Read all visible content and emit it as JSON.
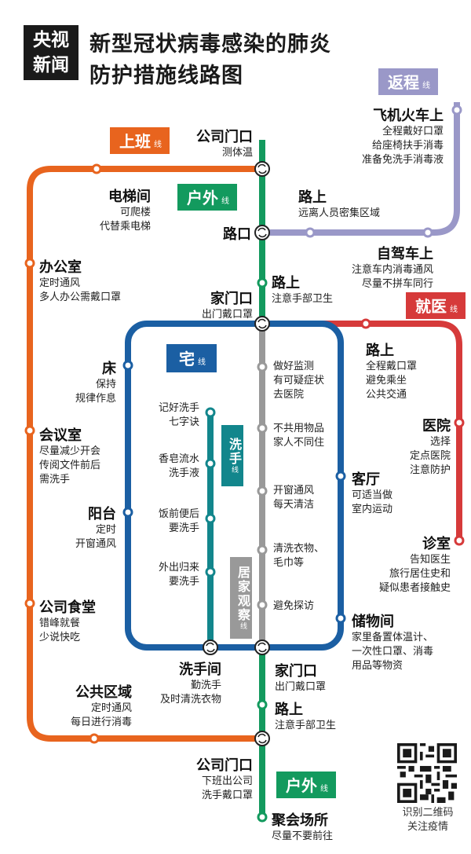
{
  "logo": {
    "line1": "央视",
    "line2": "新闻"
  },
  "title": {
    "line1": "新型冠状病毒感染的肺炎",
    "line2": "防护措施线路图"
  },
  "colors": {
    "work": "#e8641e",
    "outdoor": "#139a5e",
    "home": "#1b5fa3",
    "return": "#9a98c8",
    "medical": "#d63a3a",
    "gray": "#999999",
    "handwash": "#12868c"
  },
  "tags": {
    "work": {
      "label": "上班",
      "suffix": "线"
    },
    "outdoor": {
      "label": "户外",
      "suffix": "线"
    },
    "outdoor2": {
      "label": "户外",
      "suffix": "线"
    },
    "return": {
      "label": "返程",
      "suffix": "线"
    },
    "medical": {
      "label": "就医",
      "suffix": "线"
    },
    "home": {
      "label": "宅",
      "suffix": "线"
    },
    "handwash": {
      "label": "洗手",
      "suffix": "线"
    },
    "observe": {
      "label": "居家观察",
      "suffix": "线"
    }
  },
  "stations": {
    "company_door_top": {
      "name": "公司门口",
      "desc": [
        "测体温"
      ]
    },
    "elevator": {
      "name": "电梯间",
      "desc": [
        "可爬楼",
        "代替乘电梯"
      ]
    },
    "office": {
      "name": "办公室",
      "desc": [
        "定时通风",
        "多人办公需戴口罩"
      ]
    },
    "crossing": {
      "name": "路口"
    },
    "road_return": {
      "name": "路上",
      "desc": [
        "远离人员密集区域"
      ]
    },
    "plane_train": {
      "name": "飞机火车上",
      "desc": [
        "全程戴好口罩",
        "给座椅扶手消毒",
        "准备免洗手消毒液"
      ]
    },
    "self_drive": {
      "name": "自驾车上",
      "desc": [
        "注意车内消毒通风",
        "尽量不拼车同行"
      ]
    },
    "road_mid": {
      "name": "路上",
      "desc": [
        "注意手部卫生"
      ]
    },
    "home_door_top": {
      "name": "家门口",
      "desc": [
        "出门戴口罩"
      ]
    },
    "road_medical": {
      "name": "路上",
      "desc": [
        "全程戴口罩",
        "避免乘坐",
        "公共交通"
      ]
    },
    "hospital": {
      "name": "医院",
      "desc": [
        "选择",
        "定点医院",
        "注意防护"
      ]
    },
    "clinic": {
      "name": "诊室",
      "desc": [
        "告知医生",
        "旅行居住史和",
        "疑似患者接触史"
      ]
    },
    "bed": {
      "name": "床",
      "desc": [
        "保持",
        "规律作息"
      ]
    },
    "meeting": {
      "name": "会议室",
      "desc": [
        "尽量减少开会",
        "传阅文件前后",
        "需洗手"
      ]
    },
    "balcony": {
      "name": "阳台",
      "desc": [
        "定时",
        "开窗通风"
      ]
    },
    "canteen": {
      "name": "公司食堂",
      "desc": [
        "错峰就餐",
        "少说快吃"
      ]
    },
    "living": {
      "name": "客厅",
      "desc": [
        "可适当做",
        "室内运动"
      ]
    },
    "storage": {
      "name": "储物间",
      "desc": [
        "家里备置体温计、",
        "一次性口罩、消毒",
        "用品等物资"
      ]
    },
    "washroom": {
      "name": "洗手间",
      "desc": [
        "勤洗手",
        "及时清洗衣物"
      ]
    },
    "home_door_bottom": {
      "name": "家门口",
      "desc": [
        "出门戴口罩"
      ]
    },
    "public_area": {
      "name": "公共区域",
      "desc": [
        "定时通风",
        "每日进行消毒"
      ]
    },
    "road_bottom": {
      "name": "路上",
      "desc": [
        "注意手部卫生"
      ]
    },
    "company_door_bottom": {
      "name": "公司门口",
      "desc": [
        "下班出公司",
        "洗手戴口罩"
      ]
    },
    "gathering": {
      "name": "聚会场所",
      "desc": [
        "尽量不要前往"
      ]
    }
  },
  "handwash_items": [
    "记好洗手",
    "七字诀",
    "香皂流水",
    "洗手液",
    "饭前便后",
    "要洗手",
    "外出归来",
    "要洗手"
  ],
  "observe_items": [
    "做好监测",
    "有可疑症状",
    "去医院",
    "不共用物品",
    "家人不同住",
    "开窗通风",
    "每天清洁",
    "清洗衣物、",
    "毛巾等",
    "避免探访"
  ],
  "qr": {
    "line1": "识别二维码",
    "line2": "关注疫情"
  }
}
